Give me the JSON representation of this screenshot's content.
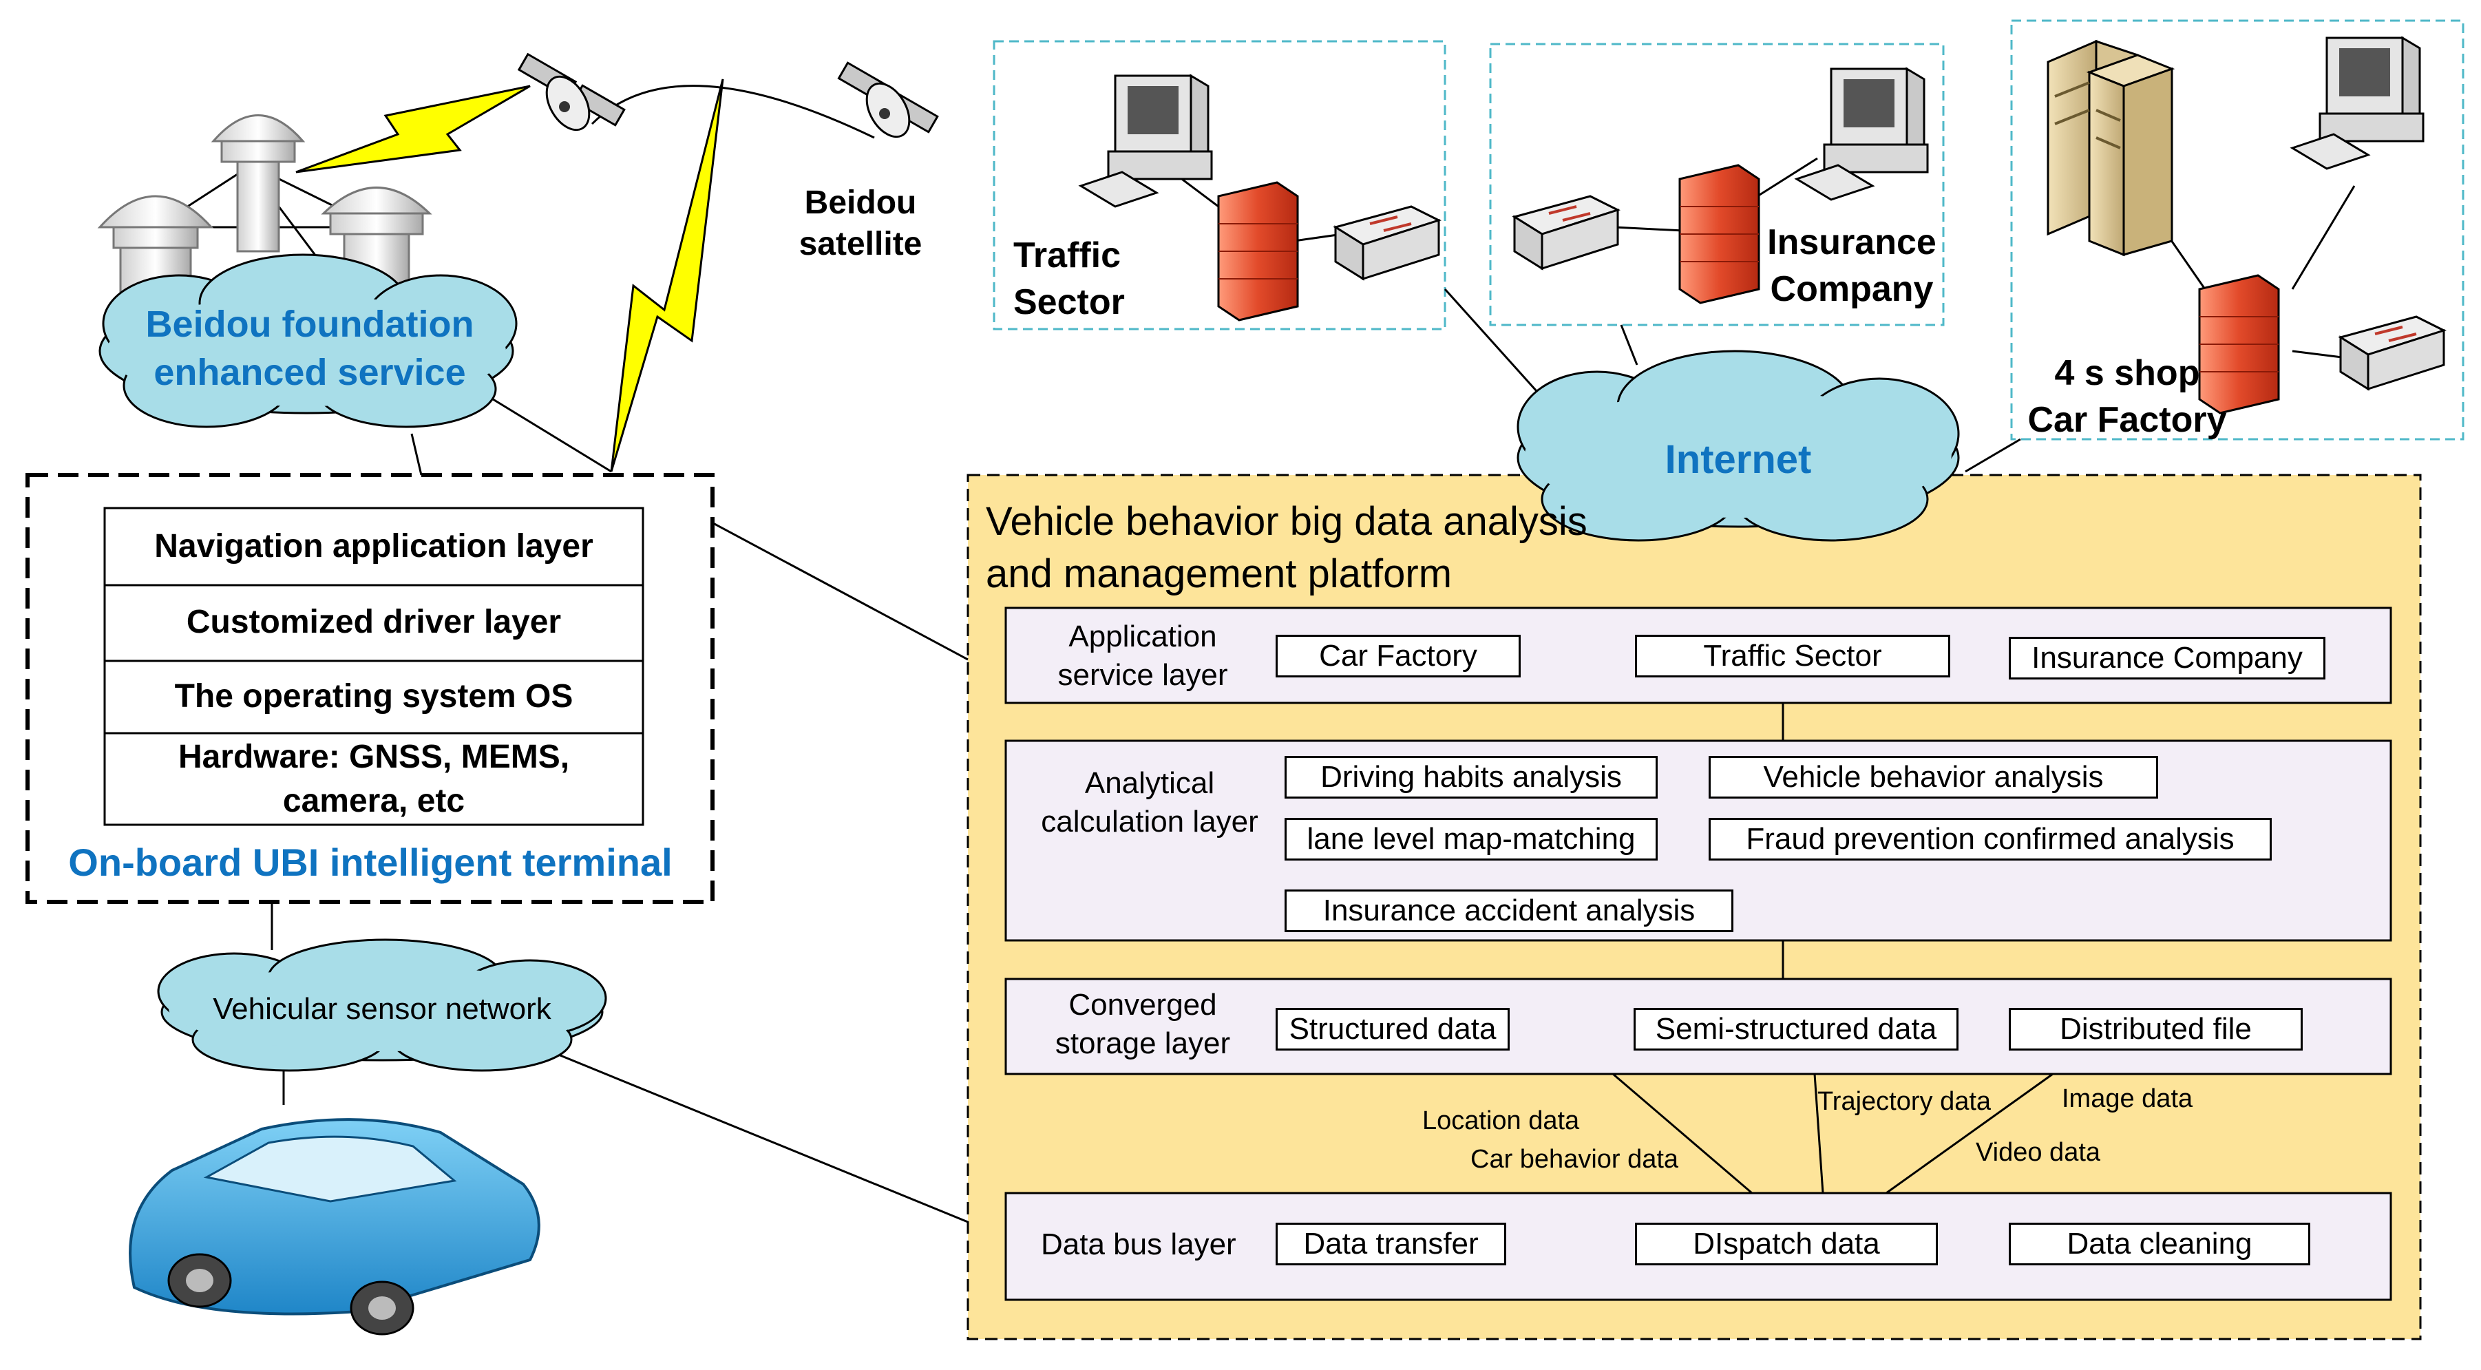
{
  "satellite": {
    "label_line1": "Beidou",
    "label_line2": "satellite"
  },
  "beidou_cloud": {
    "line1": "Beidou foundation",
    "line2": "enhanced service"
  },
  "terminal": {
    "title": "On-board UBI intelligent terminal",
    "layers": [
      "Navigation application layer",
      "Customized driver layer",
      "The operating system OS",
      "Hardware: GNSS, MEMS,",
      "camera, etc"
    ]
  },
  "sensor_cloud": {
    "label": "Vehicular sensor network"
  },
  "internet_cloud": {
    "label": "Internet"
  },
  "traffic_box": {
    "line1": "Traffic",
    "line2": "Sector"
  },
  "insurance_box": {
    "line1": "Insurance",
    "line2": "Company"
  },
  "factory_box": {
    "line1": "4 s shop",
    "line2": "Car Factory"
  },
  "platform": {
    "title_line1": "Vehicle behavior big data analysis",
    "title_line2": "and management platform",
    "application_layer": {
      "label_line1": "Application",
      "label_line2": "service layer",
      "items": [
        "Car Factory",
        "Traffic Sector",
        "Insurance Company"
      ]
    },
    "analytical_layer": {
      "label_line1": "Analytical",
      "label_line2": "calculation layer",
      "items": [
        "Driving habits analysis",
        "Vehicle behavior analysis",
        "lane level map-matching",
        "Fraud prevention confirmed analysis",
        "Insurance accident analysis"
      ]
    },
    "storage_layer": {
      "label_line1": "Converged",
      "label_line2": "storage layer",
      "items": [
        "Structured data",
        "Semi-structured data",
        "Distributed file"
      ]
    },
    "flow_labels": {
      "location": "Location data",
      "car_behavior": "Car behavior data",
      "trajectory": "Trajectory data",
      "image": "Image data",
      "video": "Video data"
    },
    "bus_layer": {
      "label": "Data bus layer",
      "items": [
        "Data transfer",
        "DIspatch data",
        "Data cleaning"
      ]
    }
  },
  "colors": {
    "platform_fill": "#fde49a",
    "layer_fill": "#f3eef7",
    "cloud_fill": "#a8dde8",
    "cloud_text": "#0f73c0",
    "dash_blue": "#4fb8c8",
    "lightning": "#ffff00"
  }
}
